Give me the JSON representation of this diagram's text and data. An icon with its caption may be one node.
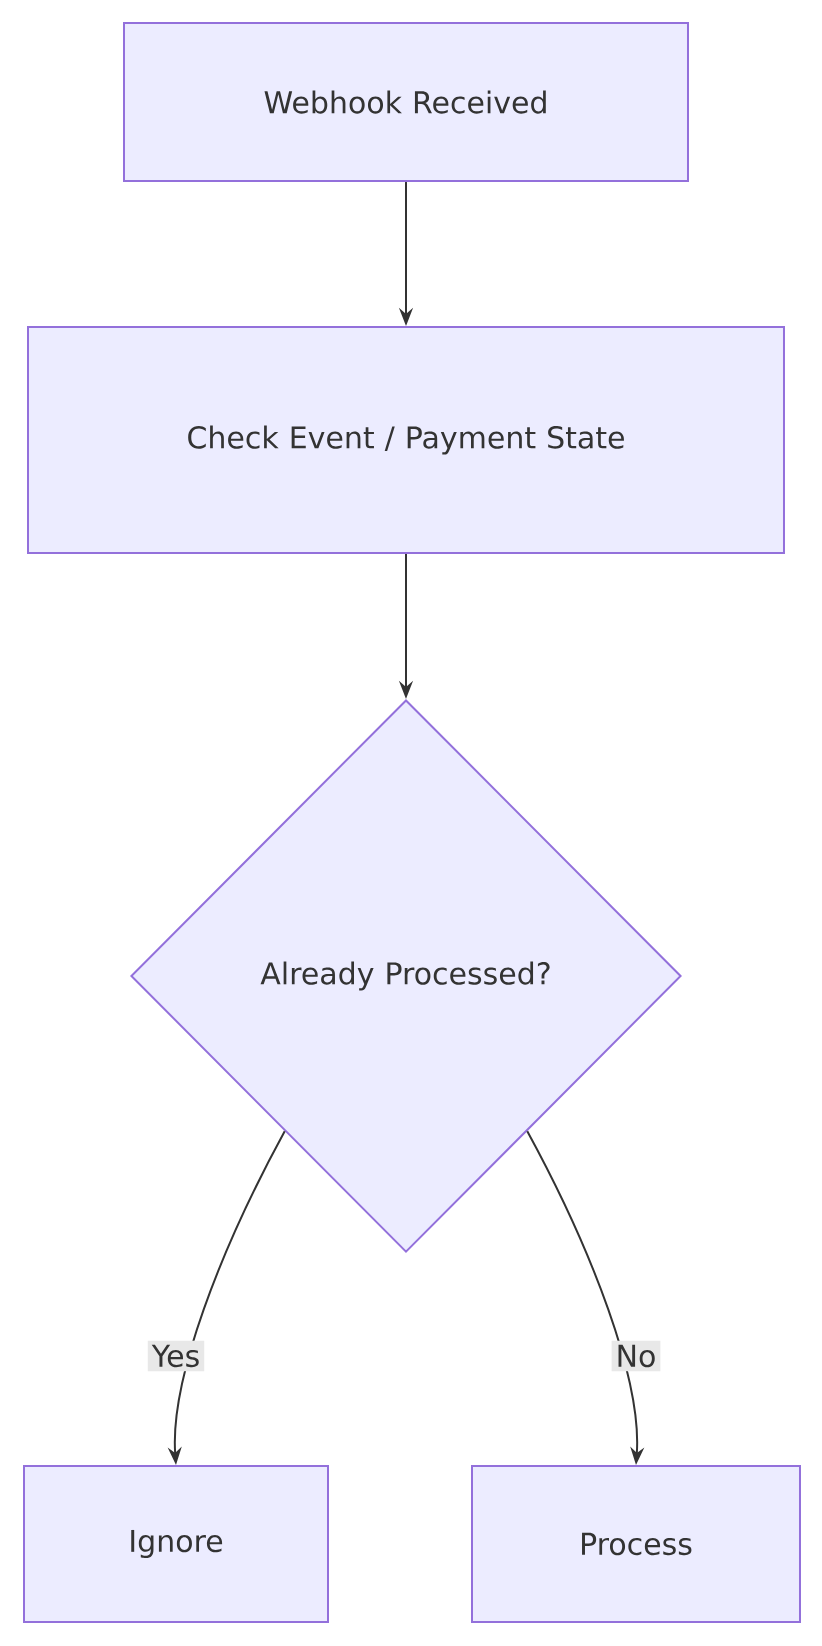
{
  "diagram": {
    "nodes": [
      {
        "text": [
          "Webhook Received"
        ]
      },
      {
        "text": [
          "Check Event / Payment State"
        ]
      },
      {
        "text": [
          "Already Processed?"
        ]
      },
      {
        "text": [
          "Ignore"
        ]
      },
      {
        "text": [
          "Process"
        ]
      }
    ],
    "edges": [
      {
        "from": 0,
        "to": 1,
        "arrow": "to"
      },
      {
        "from": 1,
        "to": 2,
        "arrow": "to"
      },
      {
        "from": 2,
        "to": 3,
        "arrow": "to",
        "label": "Yes"
      },
      {
        "from": 2,
        "to": 4,
        "arrow": "to",
        "label": "No"
      }
    ]
  }
}
